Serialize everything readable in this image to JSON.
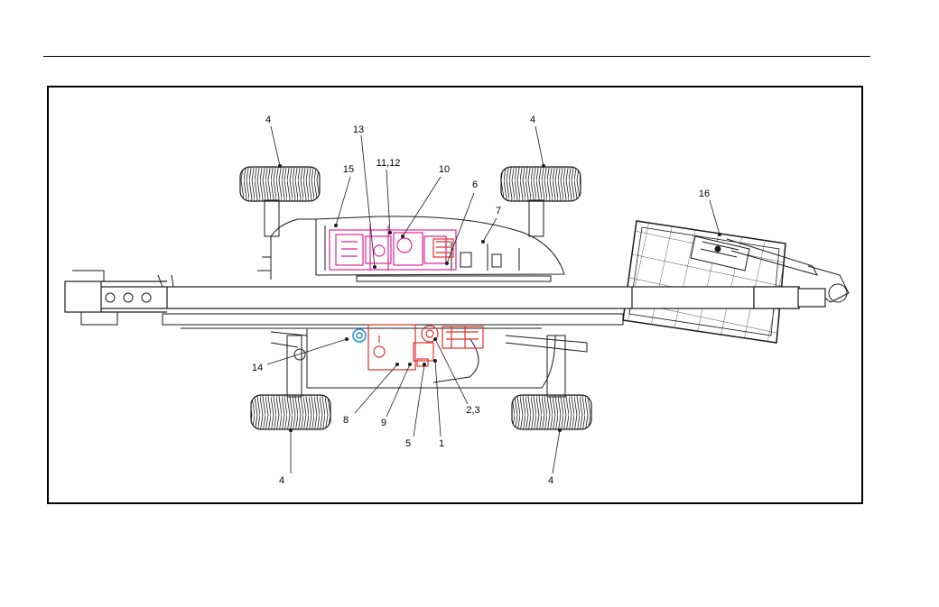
{
  "diagram": {
    "colors": {
      "line": "#1a1a1a",
      "pink_components": "#e0259a",
      "red_components": "#e03127",
      "blue_component": "#1e90d6",
      "tire_fill": "#ffffff"
    },
    "callouts": {
      "wheel_front_left": "4",
      "wheel_front_right": "4",
      "wheel_rear_left": "4",
      "wheel_rear_right": "4",
      "c13": "13",
      "c11_12": "11,12",
      "c15": "15",
      "c10": "10",
      "c6": "6",
      "c7": "7",
      "c16": "16",
      "c14": "14",
      "c8": "8",
      "c9": "9",
      "c5": "5",
      "c1": "1",
      "c2_3": "2,3"
    }
  }
}
